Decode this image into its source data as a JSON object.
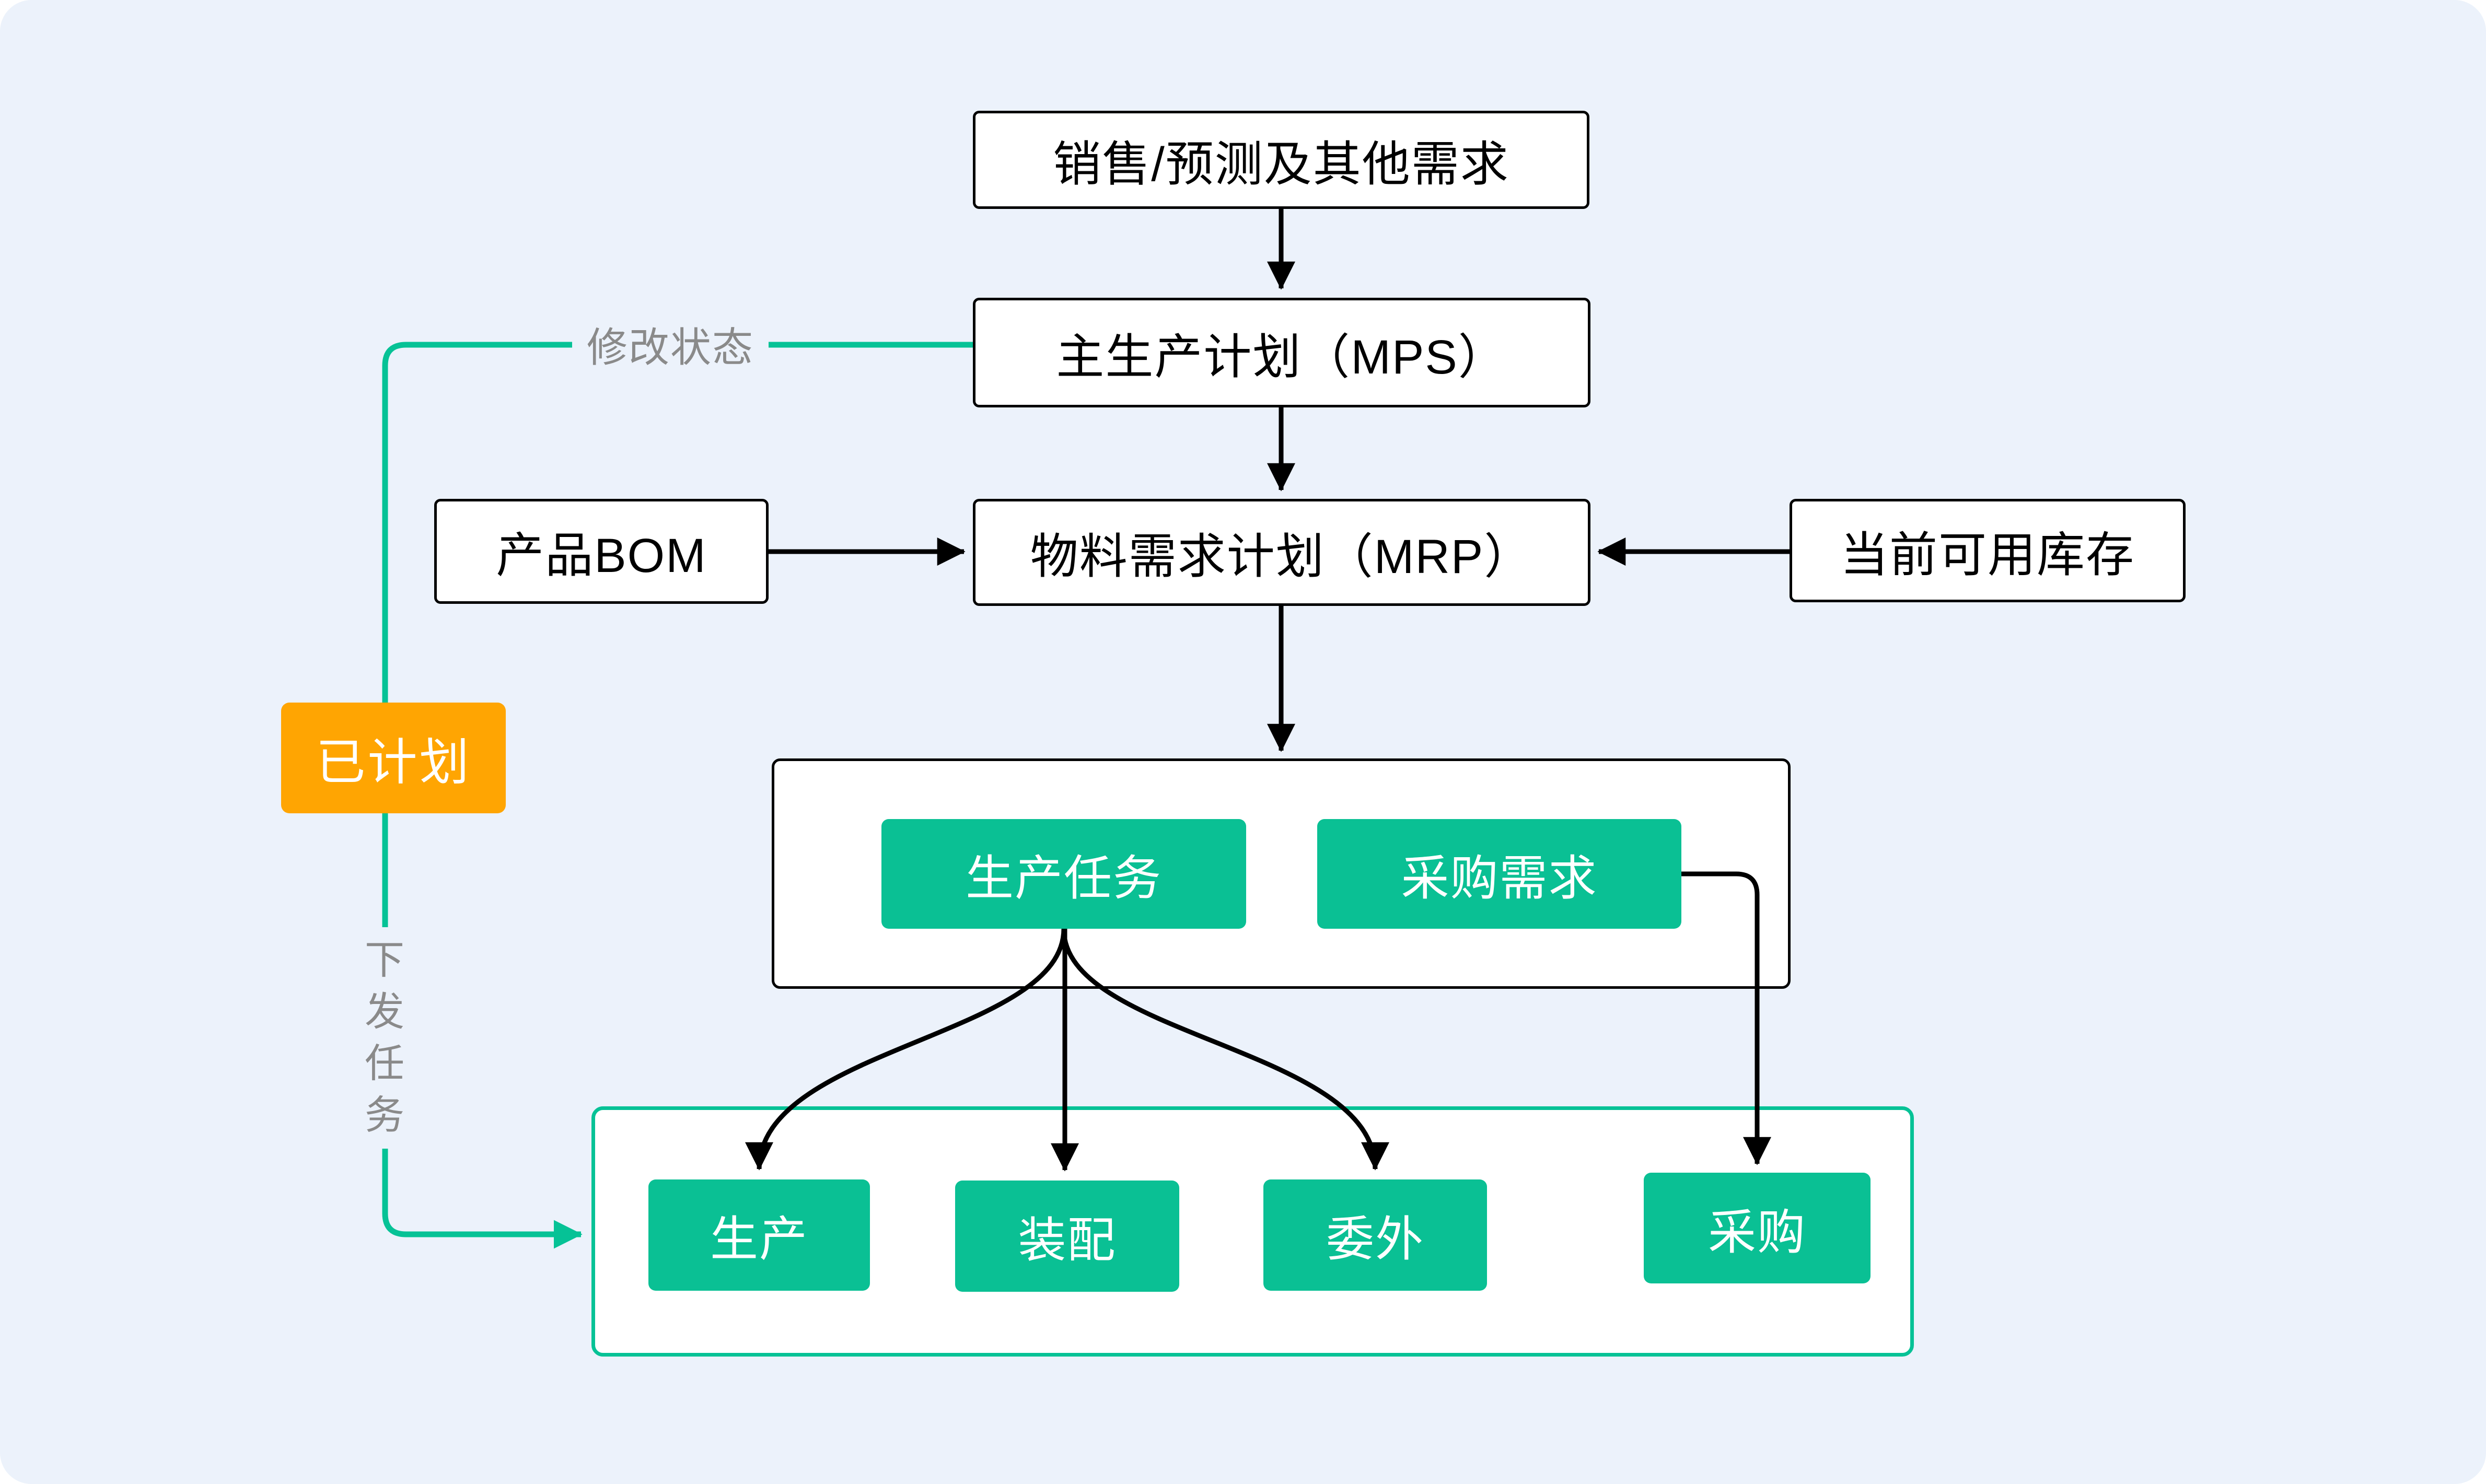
{
  "colors": {
    "page_bg": "#ECF2FB",
    "box_green": "#0AC094",
    "line_green": "#06C296",
    "orange": "#FFA502",
    "gray_label": "#8A8A8A",
    "box_border_black": "#000000",
    "box_white_bg": "#FFFFFF"
  },
  "nodes": {
    "sales": {
      "label": "销售/预测及其他需求"
    },
    "mps": {
      "label": "主生产计划（MPS）"
    },
    "mrp": {
      "label": "物料需求计划（MRP）"
    },
    "bom": {
      "label": "产品BOM"
    },
    "inventory": {
      "label": "当前可用库存"
    },
    "production_task": {
      "label": "生产任务"
    },
    "purchase_request": {
      "label": "采购需求"
    },
    "production": {
      "label": "生产"
    },
    "assembly": {
      "label": "装配"
    },
    "outsourcing": {
      "label": "委外"
    },
    "purchasing": {
      "label": "采购"
    },
    "planned_status": {
      "label": "已计划"
    }
  },
  "edge_labels": {
    "modify_status": "修改状态",
    "dispatch_tasks": "下发任务"
  }
}
